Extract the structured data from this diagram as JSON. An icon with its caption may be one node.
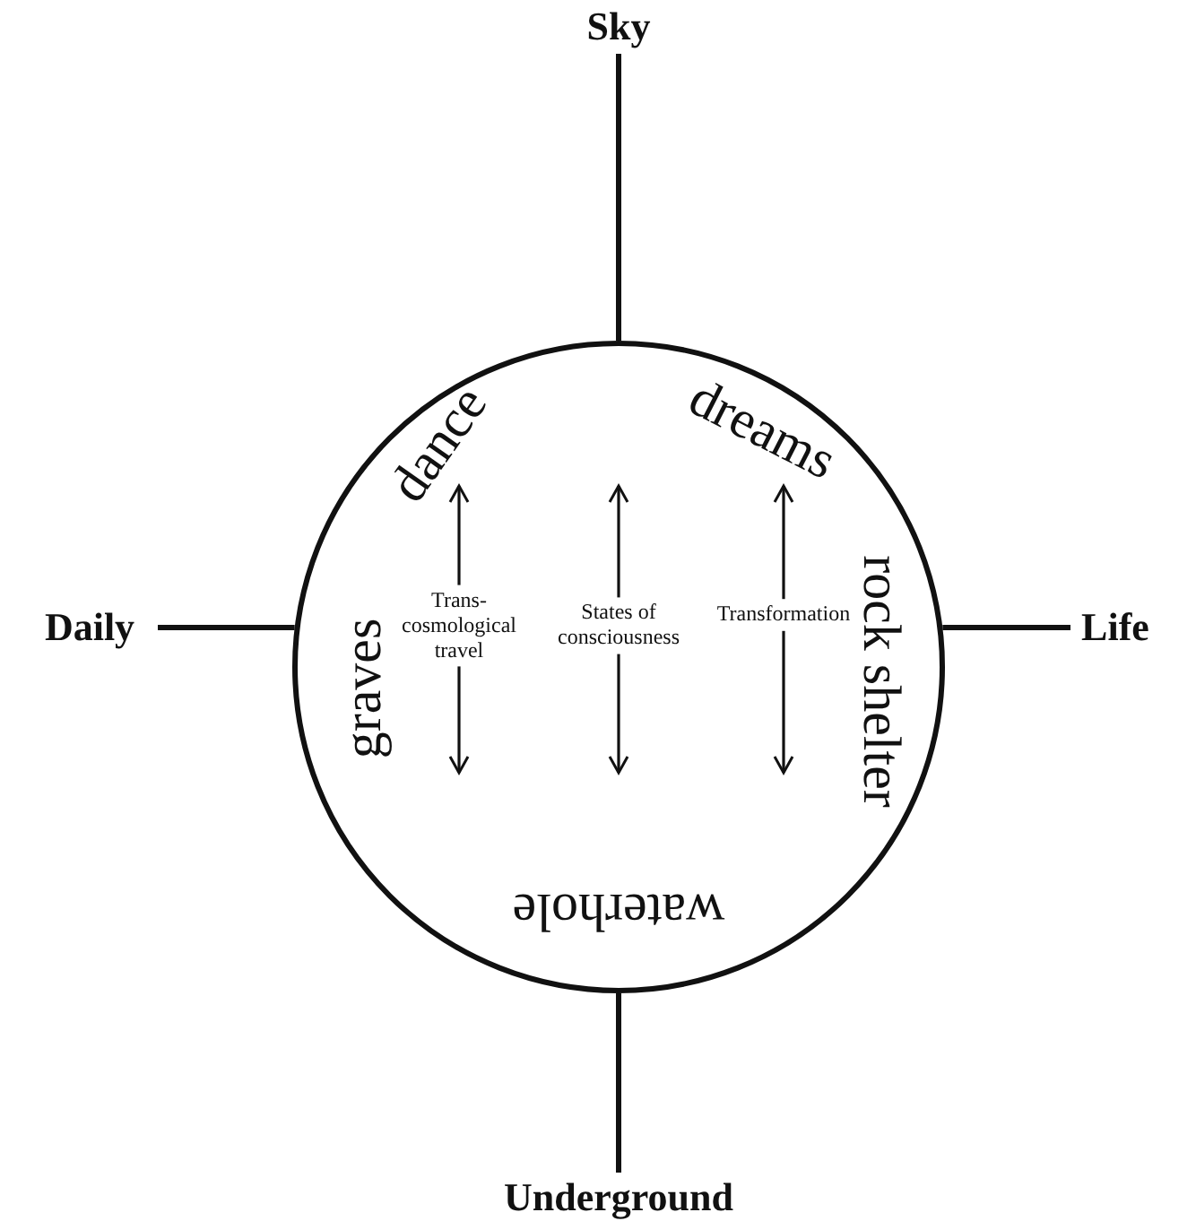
{
  "diagram": {
    "nodes": [
      {
        "text": [
          "dance",
          "dreams",
          "rock shelter",
          "waterhole",
          "graves"
        ]
      },
      {
        "text": [
          "Trans- cosmological travel"
        ],
        "in": 0
      },
      {
        "text": [
          "States of consciousness"
        ],
        "in": 0
      },
      {
        "text": [
          "Transformation"
        ],
        "in": 0
      },
      {
        "text": [
          "Sky"
        ]
      },
      {
        "text": [
          "Life"
        ]
      },
      {
        "text": [
          "Underground"
        ]
      },
      {
        "text": [
          "Daily"
        ]
      }
    ],
    "edges": [
      {
        "from": 0,
        "to": 4,
        "arrow": "none"
      },
      {
        "from": 0,
        "to": 5,
        "arrow": "none"
      },
      {
        "from": 0,
        "to": 6,
        "arrow": "none"
      },
      {
        "from": 0,
        "to": 7,
        "arrow": "none"
      },
      {
        "from": 1,
        "to": null,
        "arrow": "to"
      },
      {
        "from": 1,
        "to": null,
        "arrow": "to"
      },
      {
        "from": 2,
        "to": null,
        "arrow": "to"
      },
      {
        "from": 2,
        "to": null,
        "arrow": "to"
      },
      {
        "from": 3,
        "to": null,
        "arrow": "to"
      },
      {
        "from": 3,
        "to": null,
        "arrow": "to"
      }
    ]
  }
}
